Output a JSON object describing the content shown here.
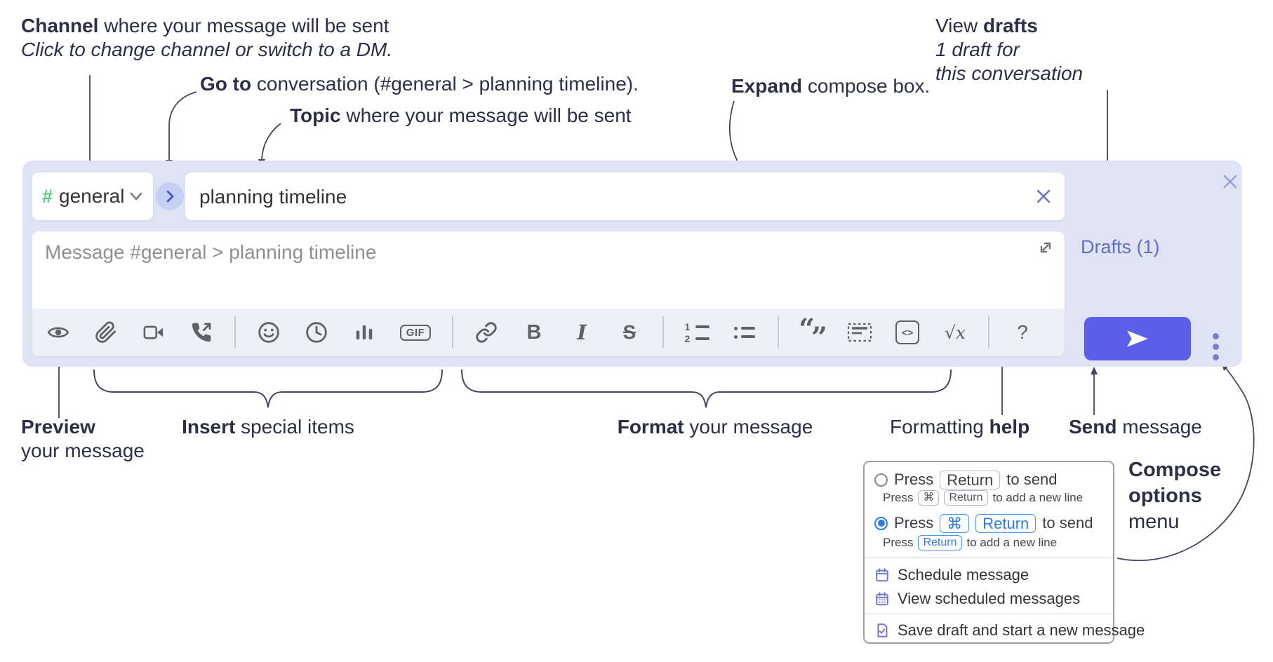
{
  "colors": {
    "annotation_text": "#2b3047",
    "compose_background": "#e0e3f3",
    "panel_white": "#ffffff",
    "toolbar_background": "#eef0f5",
    "icon_gray": "#5d6168",
    "channel_hash_green": "#5fc487",
    "goto_chevron_blue": "#4456e0",
    "goto_circle_background": "#c6cff4",
    "send_button_blue": "#5a5ee8",
    "drafts_purple": "#5d6fc5",
    "close_x_purple": "#99a0d8",
    "clear_x_purple": "#6878bd",
    "keycap_blue": "#2c7be0",
    "menu_icon_purple": "#7278d2",
    "placeholder_gray": "#8f8f8f"
  },
  "annotations": {
    "channel": {
      "bold": "Channel",
      "rest": " where your message will be sent",
      "line2": "Click to change channel or switch to a DM."
    },
    "goto": {
      "bold": "Go to",
      "rest": " conversation (#general > planning timeline)."
    },
    "topic": {
      "bold": "Topic",
      "rest": " where your message will be sent"
    },
    "expand": {
      "bold": "Expand",
      "rest": " compose box."
    },
    "view_drafts": {
      "pre": "View ",
      "bold": "drafts",
      "line2": "1 draft for",
      "line3": "this conversation"
    },
    "preview": {
      "bold": "Preview",
      "line2": "your message"
    },
    "insert": {
      "bold": "Insert",
      "rest": " special items"
    },
    "format": {
      "bold": "Format",
      "rest": " your message"
    },
    "formatting_help": {
      "pre": "Formatting ",
      "bold": "help"
    },
    "send": {
      "bold": "Send",
      "rest": " message"
    },
    "compose_options": {
      "line1": "Compose",
      "line2": "options",
      "line3": "menu"
    }
  },
  "compose": {
    "channel_hash": "#",
    "channel_name": "general",
    "topic_value": "planning timeline",
    "message_placeholder": "Message #general > planning timeline",
    "drafts_link": "Drafts (1)"
  },
  "toolbar": {
    "gif_label": "GIF",
    "bold_label": "B",
    "italic_label": "I",
    "strike_label": "S",
    "code_label": "<>",
    "math_label": "√x",
    "help_label": "?",
    "quote_open": "“",
    "quote_close": "”"
  },
  "options_menu": {
    "row1": {
      "press": "Press",
      "key_return": "Return",
      "suffix": "to send",
      "sub_press": "Press",
      "sub_key_cmd": "⌘",
      "sub_key_return": "Return",
      "sub_suffix": "to add a new line"
    },
    "row2": {
      "press": "Press",
      "key_cmd": "⌘",
      "key_return": "Return",
      "suffix": "to send",
      "sub_press": "Press",
      "sub_key_return": "Return",
      "sub_suffix": "to add a new line"
    },
    "items": [
      "Schedule message",
      "View scheduled messages",
      "Save draft and start a new message"
    ]
  }
}
